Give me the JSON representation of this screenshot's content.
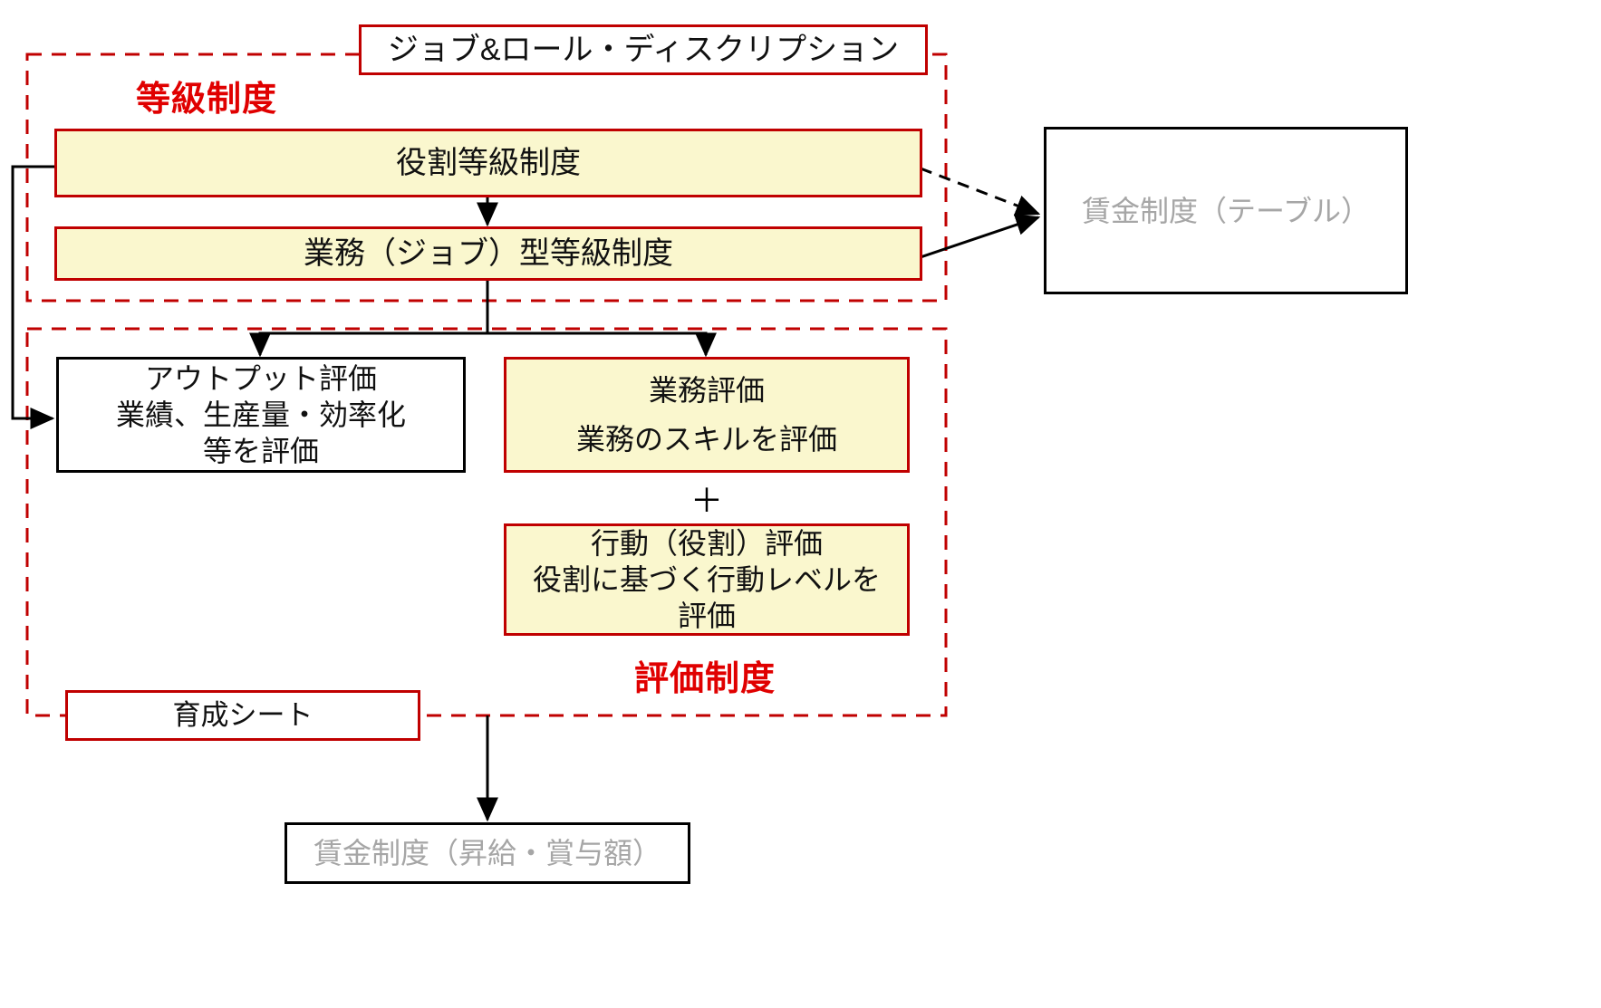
{
  "diagram": {
    "title_box": {
      "label": "ジョブ&ロール・ディスクリプション"
    },
    "group_labels": {
      "grade_system": "等級制度",
      "evaluation_system": "評価制度"
    },
    "grade_boxes": [
      {
        "label": "役割等級制度"
      },
      {
        "label": "業務（ジョブ）型等級制度"
      }
    ],
    "output_eval_box": {
      "line1": "アウトプット評価",
      "line2": "業績、生産量・効率化",
      "line3": "等を評価"
    },
    "task_eval_box": {
      "line1": "業務評価",
      "line2": "業務のスキルを評価"
    },
    "operator": {
      "plus": "＋"
    },
    "behavior_eval_box": {
      "line1": "行動（役割）評価",
      "line2": "役割に基づく行動レベルを",
      "line3": "評価"
    },
    "growth_sheet_box": {
      "label": "育成シート"
    },
    "wage_table_box": {
      "label": "賃金制度（テーブル）"
    },
    "wage_raise_box": {
      "label": "賃金制度（昇給・賞与額）"
    },
    "colors": {
      "red": "#C00000",
      "red_label": "#E00000",
      "yellow_fill": "#FAF7CE",
      "black": "#000000",
      "grey_text": "#A6A6A6"
    }
  }
}
